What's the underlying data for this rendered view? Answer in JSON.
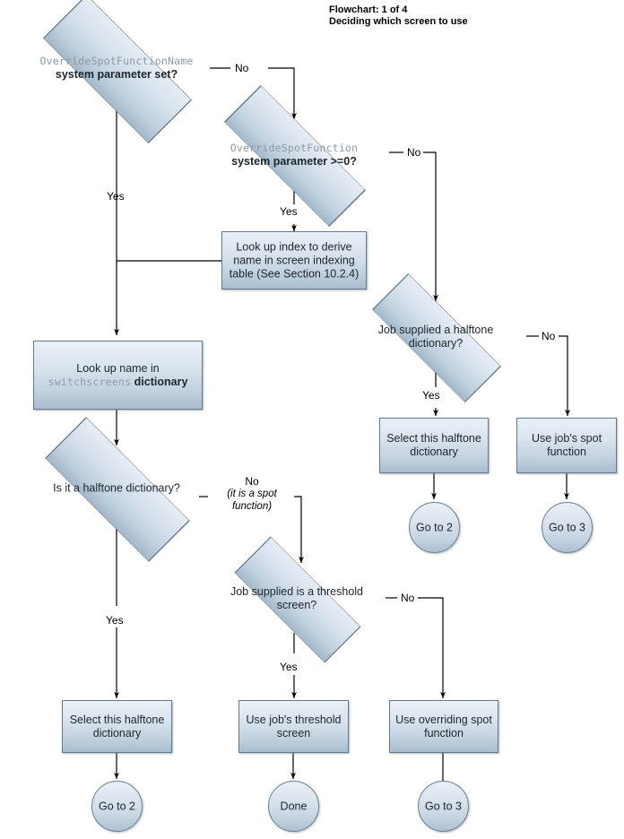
{
  "header": {
    "line1": "Flowchart: 1 of 4",
    "line2": "Deciding which screen to use"
  },
  "colors": {
    "node_fill_top": "#eaf0f7",
    "node_fill_bottom": "#a9bccd",
    "node_border": "#64798c",
    "edge_stroke": "#000000",
    "mono_text": "#8d99a5",
    "body_text": "#1d252c",
    "background": "#ffffff"
  },
  "nodes": {
    "d1": {
      "shape": "diamond",
      "mono": "OverrideSpotFunctionName",
      "text": "system parameter set?"
    },
    "d2": {
      "shape": "diamond",
      "mono": "OverrideSpotFunction",
      "text": "system parameter >=0?"
    },
    "lookup_index": {
      "shape": "box",
      "line1": "Look up index to derive",
      "line2": "name in screen indexing",
      "line3": "table (See Section 10.2.4)"
    },
    "lookup_name": {
      "shape": "box",
      "line1": "Look up name in",
      "mono": "switchscreens",
      "line2_tail": "dictionary"
    },
    "d3": {
      "shape": "diamond",
      "line1": "Job supplied a halftone",
      "line2": "dictionary?"
    },
    "select_halftone_right": {
      "shape": "box",
      "line1": "Select this halftone",
      "line2": "dictionary"
    },
    "use_job_spot": {
      "shape": "box",
      "line1": "Use job's spot",
      "line2": "function"
    },
    "goto2_right": {
      "shape": "circle",
      "text": "Go to 2"
    },
    "goto3_right": {
      "shape": "circle",
      "text": "Go to 3"
    },
    "d4": {
      "shape": "diamond",
      "text": "Is it a halftone dictionary?"
    },
    "d5": {
      "shape": "diamond",
      "line1": "Job supplied is a threshold",
      "line2": "screen?"
    },
    "select_halftone_bottom": {
      "shape": "box",
      "line1": "Select this halftone",
      "line2": "dictionary"
    },
    "use_job_threshold": {
      "shape": "box",
      "line1": "Use job's threshold",
      "line2": "screen"
    },
    "use_overriding_spot": {
      "shape": "box",
      "line1": "Use overriding spot",
      "line2": "function"
    },
    "goto2_bottom": {
      "shape": "circle",
      "text": "Go to 2"
    },
    "done_bottom": {
      "shape": "circle",
      "text": "Done"
    },
    "goto3_bottom": {
      "shape": "circle",
      "text": "Go to 3"
    }
  },
  "edge_labels": {
    "d1_no": "No",
    "d1_yes": "Yes",
    "d2_no": "No",
    "d2_yes": "Yes",
    "d3_no": "No",
    "d3_yes": "Yes",
    "d4_no": "No",
    "d4_no_sub1": "(it is a spot",
    "d4_no_sub2": "function)",
    "d4_yes": "Yes",
    "d5_no": "No",
    "d5_yes": "Yes"
  },
  "chart_data": {
    "type": "diagram",
    "title": "Flowchart: 1 of 4 — Deciding which screen to use",
    "node_count": 17,
    "flow": [
      {
        "from": "d1",
        "to": "d2",
        "label": "No"
      },
      {
        "from": "d1",
        "to": "lookup_name",
        "label": "Yes"
      },
      {
        "from": "d2",
        "to": "lookup_index",
        "label": "Yes"
      },
      {
        "from": "d2",
        "to": "d3",
        "label": "No"
      },
      {
        "from": "lookup_index",
        "to": "lookup_name",
        "label": ""
      },
      {
        "from": "lookup_name",
        "to": "d4",
        "label": ""
      },
      {
        "from": "d3",
        "to": "select_halftone_right",
        "label": "Yes"
      },
      {
        "from": "d3",
        "to": "use_job_spot",
        "label": "No"
      },
      {
        "from": "select_halftone_right",
        "to": "goto2_right",
        "label": ""
      },
      {
        "from": "use_job_spot",
        "to": "goto3_right",
        "label": ""
      },
      {
        "from": "d4",
        "to": "select_halftone_bottom",
        "label": "Yes"
      },
      {
        "from": "d4",
        "to": "d5",
        "label": "No (it is a spot function)"
      },
      {
        "from": "d5",
        "to": "use_job_threshold",
        "label": "Yes"
      },
      {
        "from": "d5",
        "to": "use_overriding_spot",
        "label": "No"
      },
      {
        "from": "select_halftone_bottom",
        "to": "goto2_bottom",
        "label": ""
      },
      {
        "from": "use_job_threshold",
        "to": "done_bottom",
        "label": ""
      },
      {
        "from": "use_overriding_spot",
        "to": "goto3_bottom",
        "label": ""
      }
    ]
  }
}
